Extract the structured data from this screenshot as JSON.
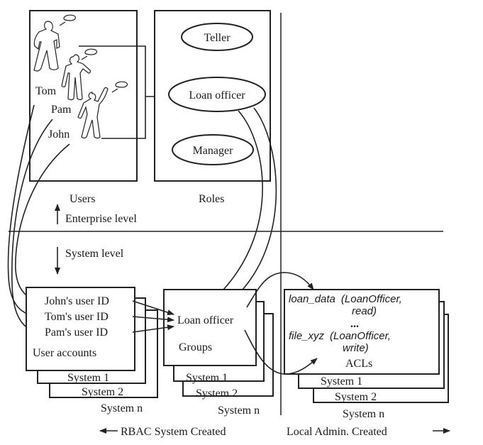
{
  "enterprise": {
    "users_label": "Users",
    "roles_label": "Roles",
    "level_label": "Enterprise level",
    "users": [
      "Tom",
      "Pam",
      "John"
    ],
    "roles": [
      "Teller",
      "Loan officer",
      "Manager"
    ]
  },
  "system": {
    "level_label": "System level",
    "user_accounts": {
      "ids": [
        "John's user ID",
        "Tom's user ID",
        "Pam's user ID"
      ],
      "label": "User accounts"
    },
    "groups": {
      "group": "Loan officer",
      "label": "Groups"
    },
    "acls": {
      "entry1_name": "loan_data",
      "entry1_perm": "(LoanOfficer,",
      "entry1_perm2": "read)",
      "ellipsis": "...",
      "entry2_name": "file_xyz",
      "entry2_perm": "(LoanOfficer,",
      "entry2_perm2": "write)",
      "label": "ACLs"
    },
    "systems": [
      "System 1",
      "System 2",
      "System n"
    ]
  },
  "footer": {
    "rbac": "RBAC System Created",
    "local": "Local Admin. Created"
  }
}
